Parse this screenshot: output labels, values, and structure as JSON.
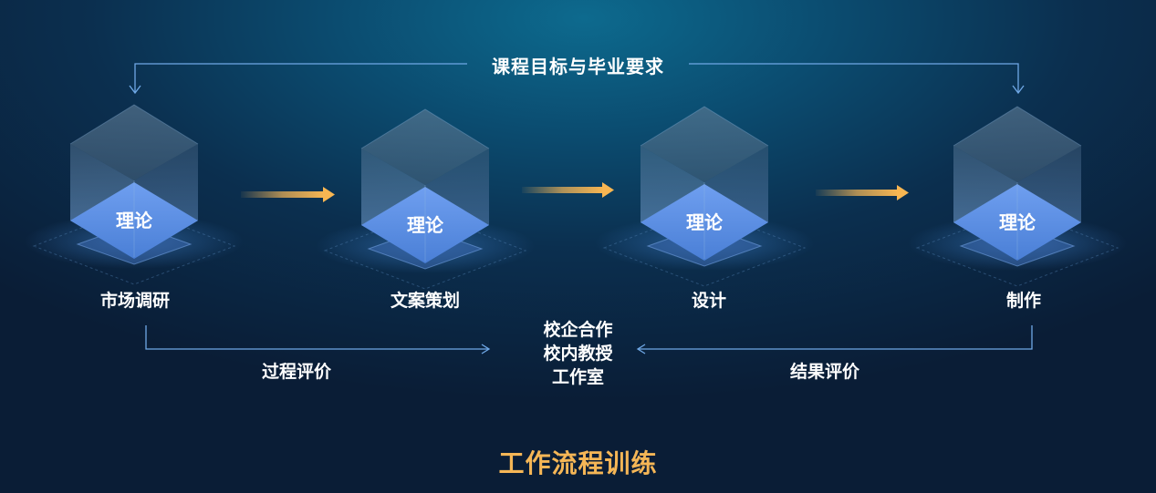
{
  "top_label": "课程目标与毕业要求",
  "stages": [
    {
      "block_label": "理论",
      "name": "市场调研"
    },
    {
      "block_label": "理论",
      "name": "文案策划"
    },
    {
      "block_label": "理论",
      "name": "设计"
    },
    {
      "block_label": "理论",
      "name": "制作"
    }
  ],
  "center_labels": [
    "校企合作",
    "校内教授",
    "工作室"
  ],
  "process_eval": "过程评价",
  "result_eval": "结果评价",
  "footer_title": "工作流程训练",
  "colors": {
    "accent_orange": "#f5b656",
    "line_blue": "#6fa8e6",
    "block_blue": "#5b8ee8"
  }
}
